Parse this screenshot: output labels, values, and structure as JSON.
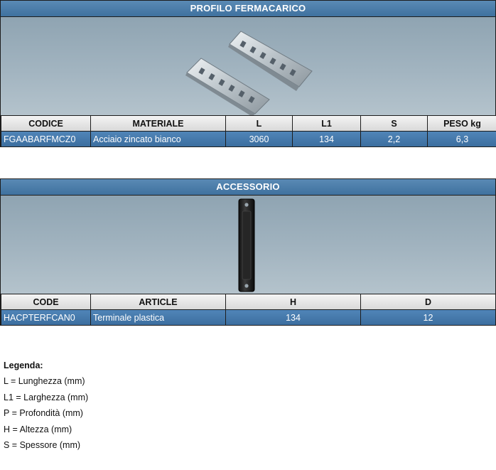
{
  "profilo": {
    "title": "PROFILO FERMACARICO",
    "headers": [
      "CODICE",
      "MATERIALE",
      "L",
      "L1",
      "S",
      "PESO kg"
    ],
    "row": [
      "FGAABARFMCZ0",
      "Acciaio zincato bianco",
      "3060",
      "134",
      "2,2",
      "6,3"
    ]
  },
  "accessorio": {
    "title": "ACCESSORIO",
    "headers": [
      "CODE",
      "ARTICLE",
      "H",
      "D"
    ],
    "row": [
      "HACPTERFCAN0",
      "Terminale plastica",
      "134",
      "12"
    ]
  },
  "legend": {
    "title": "Legenda:",
    "items": [
      "L = Lunghezza (mm)",
      "L1 = Larghezza (mm)",
      "P = Profondità (mm)",
      "H = Altezza (mm)",
      "S = Spessore (mm)"
    ]
  },
  "colors": {
    "title_bar": "#4a7cab",
    "data_row": "#4578aa",
    "header_row": "#e4e4e4",
    "image_bg": "#a2b4c0"
  }
}
